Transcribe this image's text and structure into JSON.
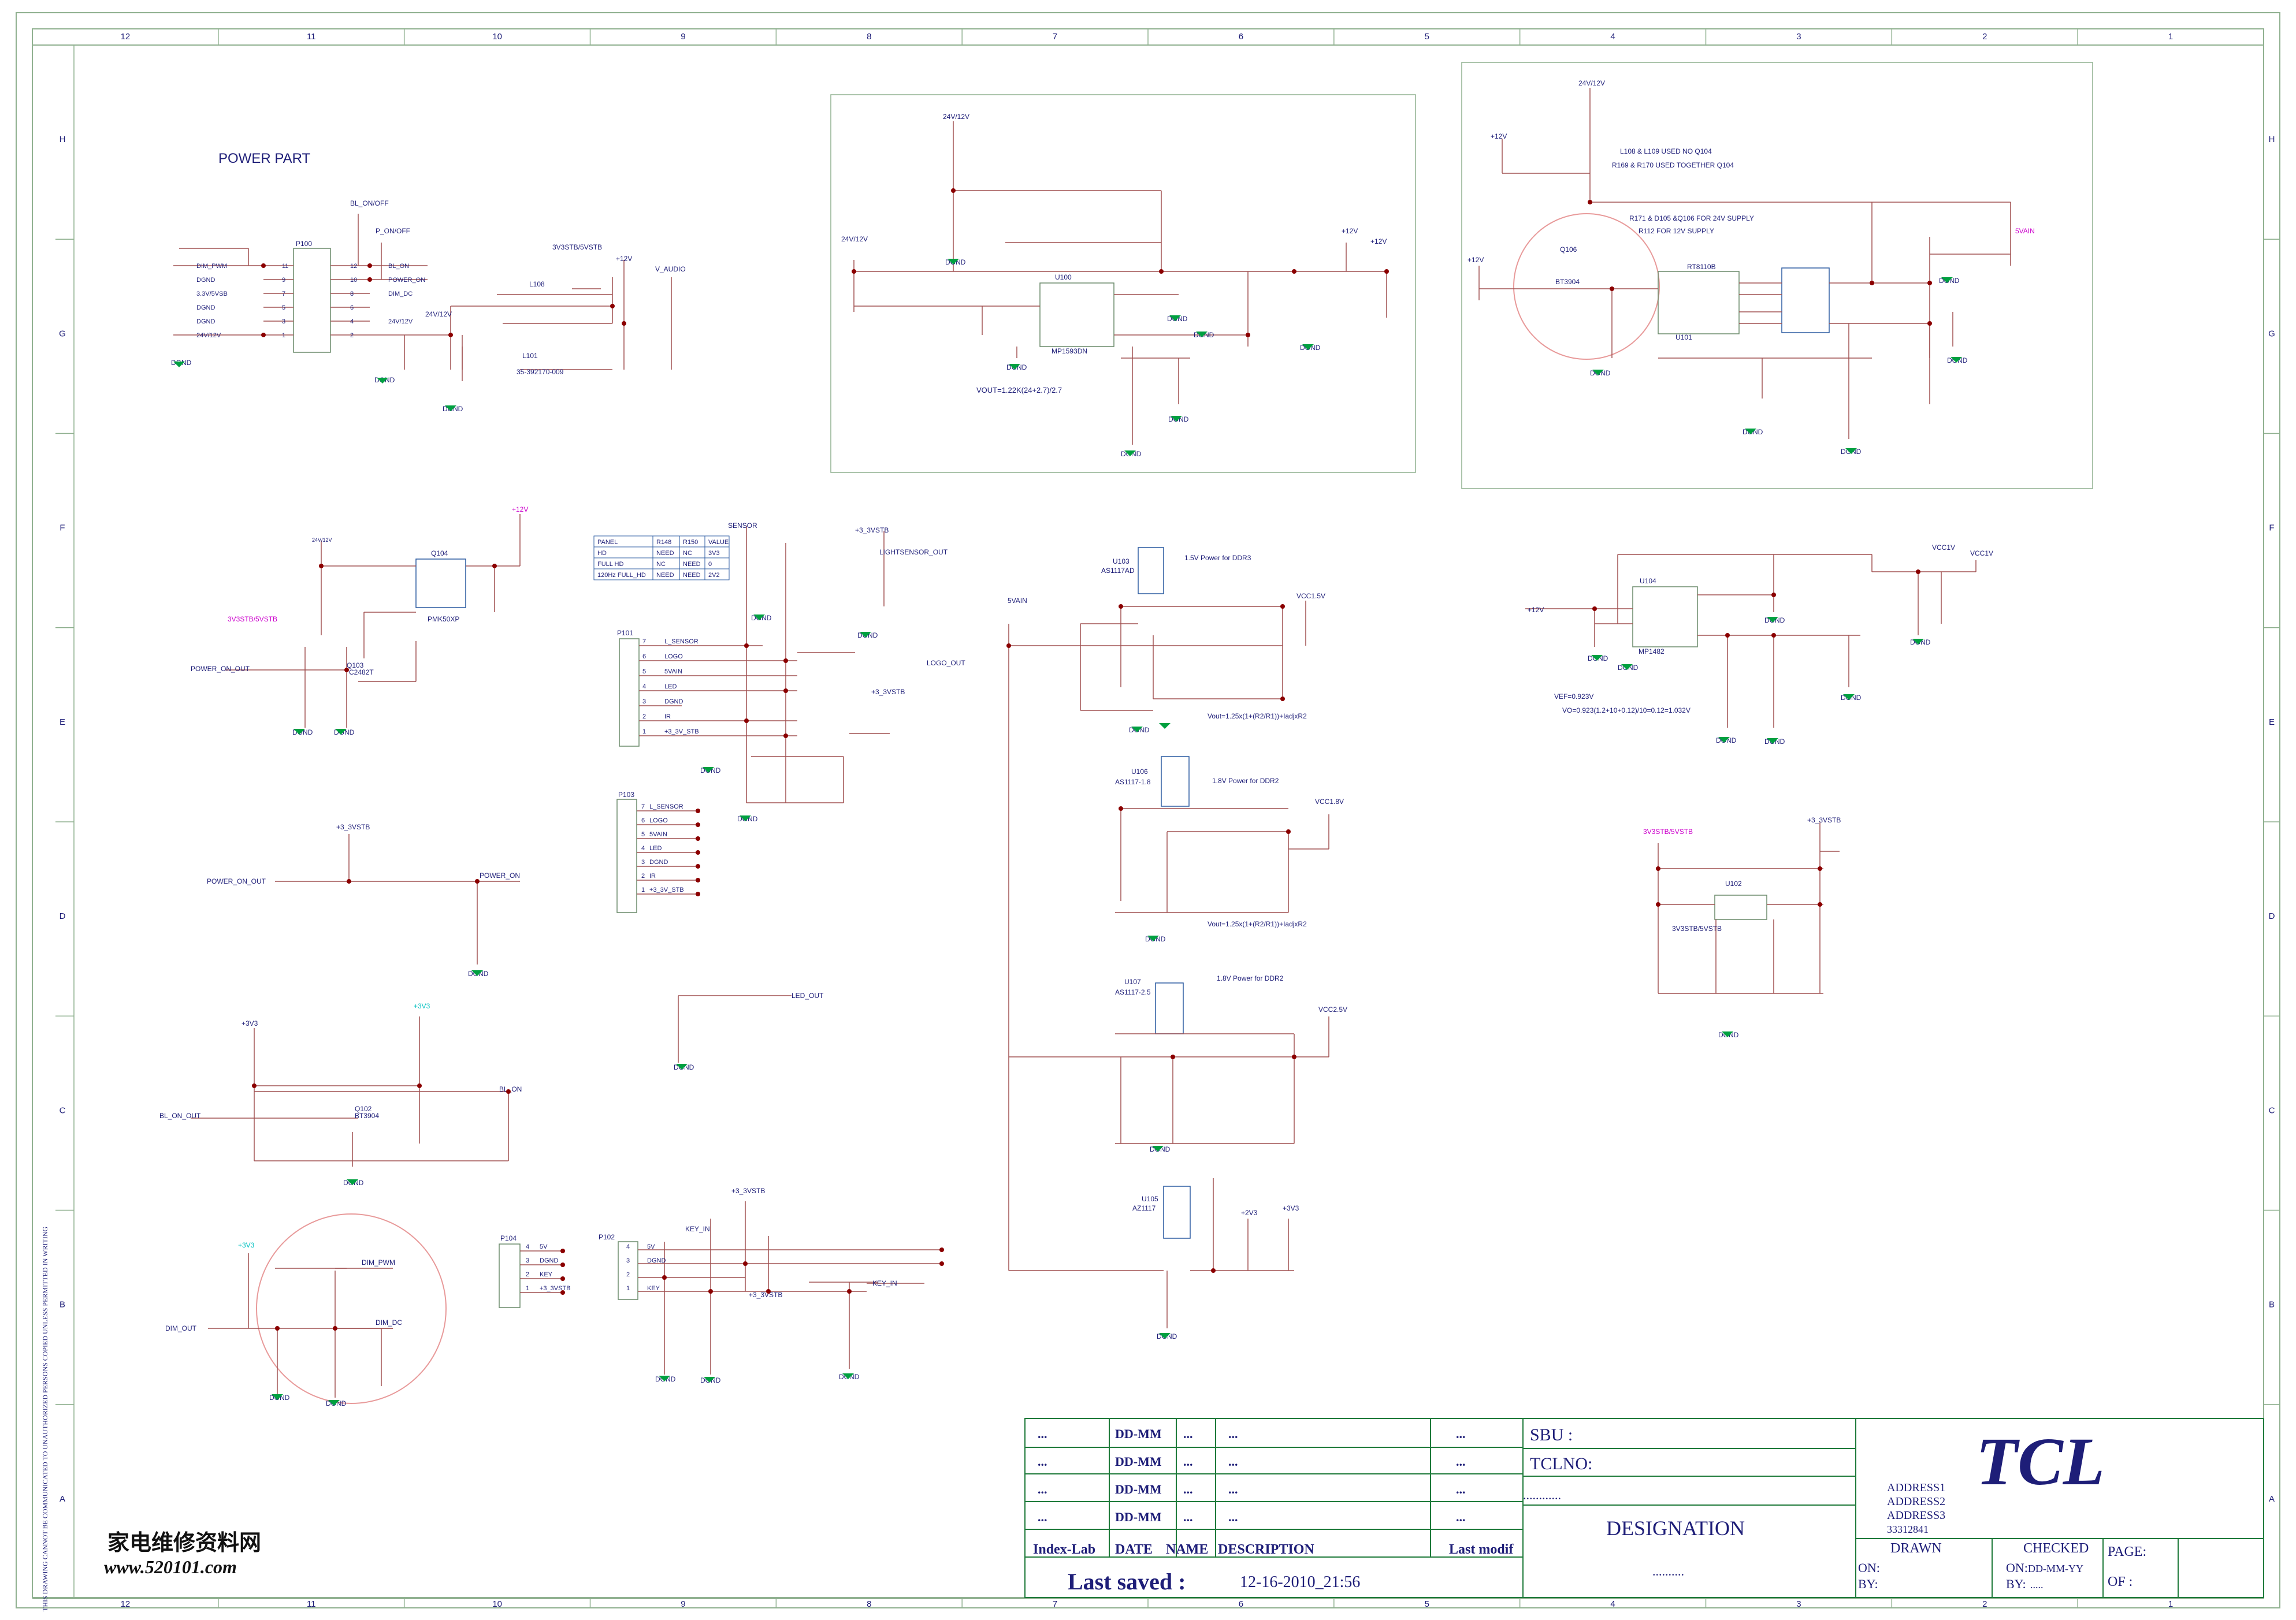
{
  "frame": {
    "col_numbers": [
      "12",
      "11",
      "10",
      "9",
      "8",
      "7",
      "6",
      "5",
      "4",
      "3",
      "2",
      "1"
    ],
    "row_letters": [
      "H",
      "G",
      "F",
      "E",
      "D",
      "C",
      "B",
      "A"
    ],
    "side_notice": "THIS DRAWING CANNOT BE COMMUNICATED TO UNAUTHORIZED PERSONS COPIED UNLESS PERMITTED IN WRITING"
  },
  "colors": {
    "border": "#8fb08f",
    "wire": "#a05050",
    "text": "#1e1e78",
    "gnd": "#00a040",
    "power_label": "#cc00cc",
    "cap_value": "#cc2222"
  },
  "sections": {
    "title": "POWER PART",
    "ddr_15": "1.5V Power for DDR3",
    "ddr_18a": "1.8V Power for DDR2",
    "ddr_18b": "1.8V Power for DDR2",
    "vout_15": "Vout=1.25x(1+(R2/R1))+IadjxR2",
    "vout_18": "Vout=1.25x(1+(R2/R1))+IadjxR2",
    "vout_buck": "VOUT=1.22K(24+2.7)/2.7",
    "vef_note": "VEF=0.923V",
    "vo_note": "VO=0.923(1.2+10+0.12)/10=0.12=1.032V",
    "note_l108": "L108 & L109 USED NO Q104",
    "note_r169": "R169 & R170 USED TOGETHER Q104",
    "note_r171": "R171 & D105 &Q106 FOR 24V SUPPLY",
    "note_r112": "R112 FOR 12V SUPPLY"
  },
  "components": {
    "p100": "P100",
    "p101": "P101",
    "p102": "P102",
    "p103": "P103",
    "p104": "P104",
    "u100": "U100",
    "u100_part": "MP1593DN",
    "u101": "U101",
    "u101_part": "RT8110B",
    "u102": "U102",
    "u103": "U103",
    "u103_part": "AS1117AD",
    "u104": "U104",
    "u104_part": "MP1482",
    "u106": "U106",
    "u106_part": "AS1117-1.8",
    "u107": "U107",
    "u107_part": "AS1117-2.5",
    "u105": "U105",
    "u105_part": "AZ1117",
    "q104": "Q104",
    "q104_part": "PMK50XP",
    "q103": "Q103",
    "q103_part": "C2482T",
    "q102": "Q102",
    "q102_part": "BT3904",
    "q106": "Q106",
    "q106_part": "BT3904",
    "l101": "L101",
    "l101_part": "35-392170-009",
    "l108": "L108"
  },
  "nets": {
    "v24_12": "24V/12V",
    "p12v": "+12V",
    "p3v3": "+3V3",
    "p3v3stb": "+3_3VSTB",
    "stb_svstb": "3V3STB/5VSTB",
    "svain": "5VAIN",
    "vcc15": "VCC1.5V",
    "vcc18": "VCC1.8V",
    "vcc25": "VCC2.5V",
    "vcc1v": "VCC1V",
    "v_audio": "V_AUDIO",
    "p2v3": "+2V3",
    "p3v3b": "+3V3",
    "dgnd": "DGND",
    "power_on_out": "POWER_ON_OUT",
    "power_on": "POWER_ON",
    "bl_on_out": "BL_ON_OUT",
    "bl_on": "BL_ON",
    "dim_out": "DIM_OUT",
    "dim_pwm": "DIM_PWM",
    "dim_dc": "DIM_DC",
    "led_out": "LED_OUT",
    "logo_out": "LOGO_OUT",
    "lightsensor_out": "LIGHTSENSOR_OUT",
    "key_in": "KEY_IN",
    "sensor": "SENSOR",
    "bl_on_off": "BL_ON/OFF",
    "p_on_off": "P_ON/OFF"
  },
  "p100_pins": [
    {
      "name": "DIM_PWM",
      "pin": "11"
    },
    {
      "name": "DGND",
      "pin": "9"
    },
    {
      "name": "3.3V/5VSB",
      "pin": "7"
    },
    {
      "name": "DGND",
      "pin": "5"
    },
    {
      "name": "DGND",
      "pin": "3"
    },
    {
      "name": "24V/12V",
      "pin": "1"
    }
  ],
  "p100_pins_right": [
    {
      "name": "BL_ON",
      "pin": "12"
    },
    {
      "name": "POWER_ON",
      "pin": "10"
    },
    {
      "name": "DIM_DC",
      "pin": "8"
    },
    {
      "name": "",
      "pin": "6"
    },
    {
      "name": "24V/12V",
      "pin": "4"
    },
    {
      "name": "",
      "pin": "2"
    }
  ],
  "p101_pins": [
    {
      "pin": "7",
      "name": "L_SENSOR"
    },
    {
      "pin": "6",
      "name": "LOGO"
    },
    {
      "pin": "5",
      "name": "5VAIN"
    },
    {
      "pin": "4",
      "name": "LED"
    },
    {
      "pin": "3",
      "name": "DGND"
    },
    {
      "pin": "2",
      "name": "IR"
    },
    {
      "pin": "1",
      "name": "+3_3V_STB"
    }
  ],
  "p103_pins": [
    {
      "pin": "7",
      "name": "L_SENSOR"
    },
    {
      "pin": "6",
      "name": "LOGO"
    },
    {
      "pin": "5",
      "name": "5VAIN"
    },
    {
      "pin": "4",
      "name": "LED"
    },
    {
      "pin": "3",
      "name": "DGND"
    },
    {
      "pin": "2",
      "name": "IR"
    },
    {
      "pin": "1",
      "name": "+3_3V_STB"
    }
  ],
  "p104_pins": [
    {
      "pin": "4",
      "name": "5V"
    },
    {
      "pin": "3",
      "name": "DGND"
    },
    {
      "pin": "2",
      "name": "KEY"
    },
    {
      "pin": "1",
      "name": "+3_3VSTB"
    }
  ],
  "p102_pins": [
    {
      "pin": "4",
      "name": "5V"
    },
    {
      "pin": "3",
      "name": "DGND"
    },
    {
      "pin": "2",
      "name": ""
    },
    {
      "pin": "1",
      "name": "KEY"
    }
  ],
  "panel_table": {
    "header": [
      "PANEL",
      "R148",
      "R150",
      "VALUE"
    ],
    "rows": [
      [
        "HD",
        "NEED",
        "NC",
        "3V3"
      ],
      [
        "FULL HD",
        "NC",
        "NEED",
        "0"
      ],
      [
        "120Hz FULL_HD",
        "NEED",
        "NEED",
        "2V2"
      ]
    ]
  },
  "title_block": {
    "rev_rows": [
      {
        "index": "...",
        "date": "DD-MM",
        "name": "...",
        "desc": "...",
        "last": "..."
      },
      {
        "index": "...",
        "date": "DD-MM",
        "name": "...",
        "desc": "...",
        "last": "..."
      },
      {
        "index": "...",
        "date": "DD-MM",
        "name": "...",
        "desc": "...",
        "last": "..."
      },
      {
        "index": "...",
        "date": "DD-MM",
        "name": "...",
        "desc": "...",
        "last": "..."
      }
    ],
    "hdr_index": "Index-Lab",
    "hdr_date": "DATE",
    "hdr_name": "NAME",
    "hdr_desc": "DESCRIPTION",
    "hdr_last": "Last modif",
    "last_saved_label": "Last saved :",
    "last_saved_value": "12-16-2010_21:56",
    "sbu": "SBU :",
    "tclno": "TCLNO:",
    "tclno_dots": "............",
    "designation": "DESIGNATION",
    "designation_dots": "..........",
    "logo": "TCL",
    "address1": "ADDRESS1",
    "address2": "ADDRESS2",
    "address3": "ADDRESS3",
    "address_code": "33312841",
    "drawn": "DRAWN",
    "checked": "CHECKED",
    "on_label": "ON:",
    "by_label": "BY:",
    "on_checked": "DD-MM-YY",
    "by_checked": ".....",
    "page": "PAGE:",
    "of": "OF :"
  },
  "watermark": {
    "cn": "家电维修资料网",
    "url": "www.520101.com"
  }
}
